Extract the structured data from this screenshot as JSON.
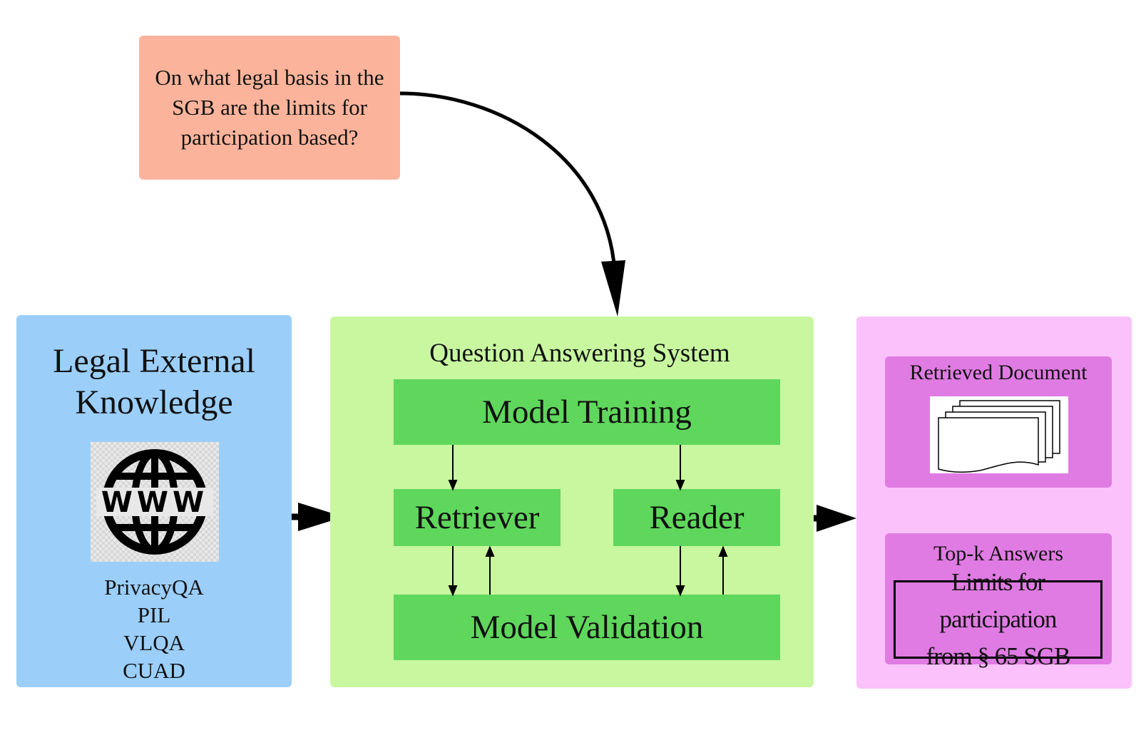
{
  "question": {
    "text": "On what legal basis in the SGB are the limits for participation based?"
  },
  "knowledge": {
    "title_line1": "Legal External",
    "title_line2": "Knowledge",
    "logo_text": "WWW",
    "datasets": [
      "PrivacyQA",
      "PIL",
      "VLQA",
      "CUAD"
    ]
  },
  "qa_system": {
    "title": "Question Answering System",
    "model_training": "Model Training",
    "retriever": "Retriever",
    "reader": "Reader",
    "model_validation": "Model Validation"
  },
  "output": {
    "retrieved_document": "Retrieved Document",
    "top_k_answers": "Top-k Answers",
    "answer_line1": "Limits for participation",
    "answer_line2": "from § 65 SGB"
  },
  "colors": {
    "question": "#fbb49b",
    "knowledge": "#9bcffa",
    "qa_system": "#c8f7a0",
    "qa_module": "#5fd75c",
    "output": "#fbc1fb",
    "output_panel": "#e07be3"
  }
}
